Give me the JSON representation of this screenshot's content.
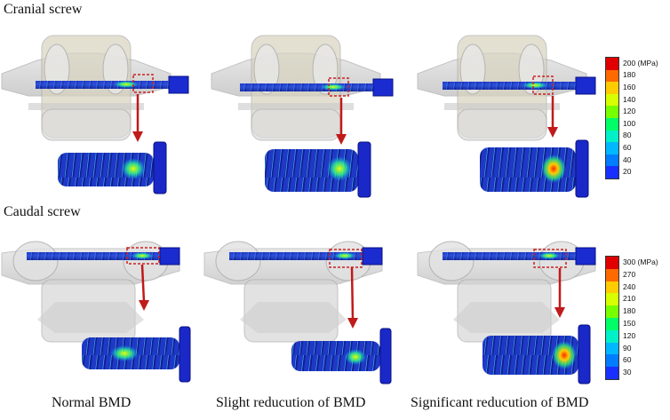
{
  "rows": [
    {
      "title": "Cranial screw"
    },
    {
      "title": "Caudal screw"
    }
  ],
  "columns": [
    {
      "label": "Normal BMD"
    },
    {
      "label": "Slight reducution of BMD"
    },
    {
      "label": "Significant reducution of BMD"
    }
  ],
  "scale_top": {
    "labels": [
      "200 (MPa)",
      "180",
      "160",
      "140",
      "120",
      "100",
      "80",
      "60",
      "40",
      "20"
    ],
    "colors": [
      "#e00000",
      "#ff6a00",
      "#ffcc00",
      "#d8ff00",
      "#77ff00",
      "#00ff66",
      "#00f0c8",
      "#00b8ff",
      "#007cff",
      "#1830ff"
    ]
  },
  "scale_bottom": {
    "labels": [
      "300 (MPa)",
      "270",
      "240",
      "210",
      "180",
      "150",
      "120",
      "90",
      "60",
      "30"
    ],
    "colors": [
      "#e00000",
      "#ff6a00",
      "#ffcc00",
      "#d8ff00",
      "#77ff00",
      "#00ff66",
      "#00f0c8",
      "#00b8ff",
      "#007cff",
      "#1830ff"
    ]
  }
}
